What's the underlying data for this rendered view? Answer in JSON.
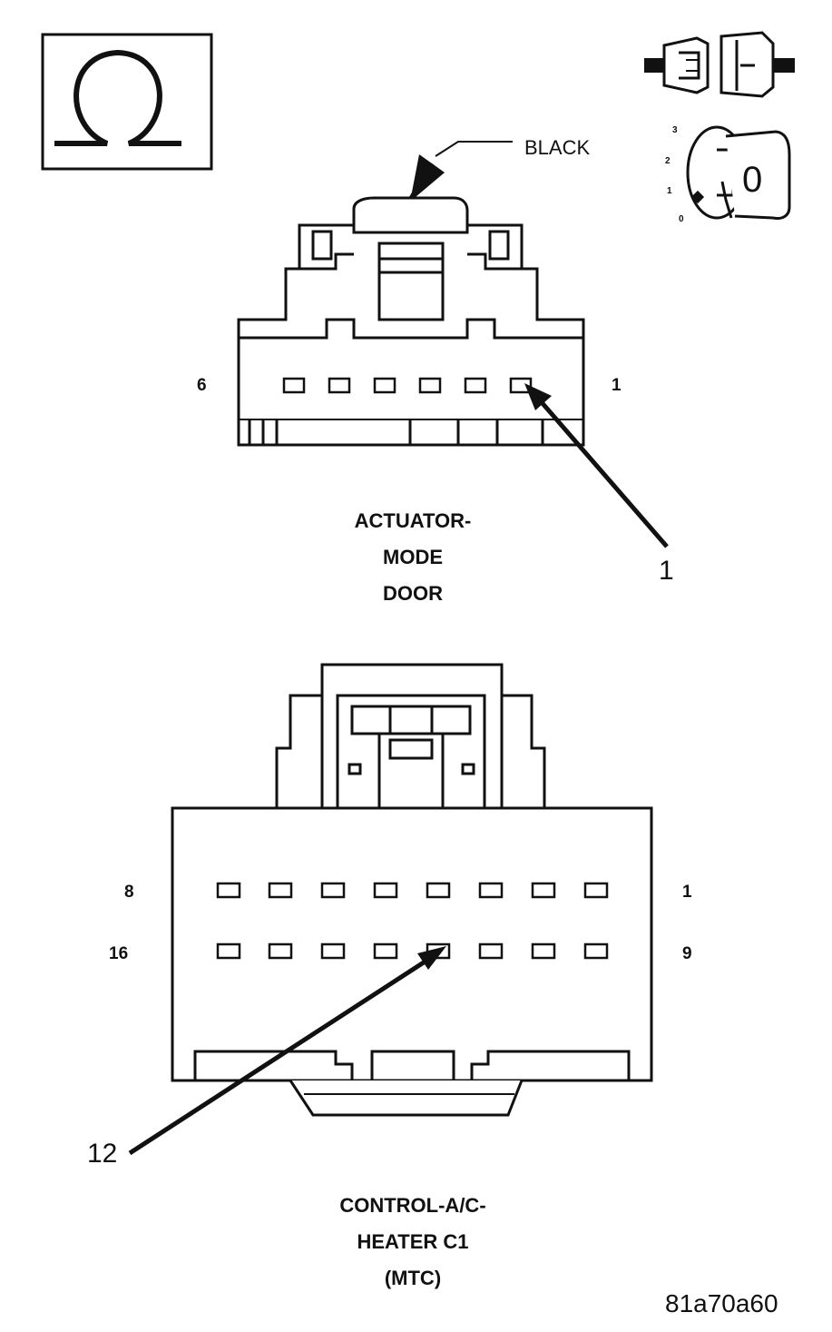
{
  "connector_top": {
    "wire_color_label": "BLACK",
    "pin_left_label": "6",
    "pin_right_label": "1",
    "pin_count": 6,
    "title_lines": [
      "ACTUATOR-",
      "MODE",
      "DOOR"
    ],
    "callout_pin": "1"
  },
  "connector_bottom": {
    "row1_left_label": "8",
    "row1_right_label": "1",
    "row2_left_label": "16",
    "row2_right_label": "9",
    "pins_per_row": 8,
    "title_lines": [
      "CONTROL-A/C-",
      "HEATER C1",
      "(MTC)"
    ],
    "callout_pin": "12"
  },
  "icons": {
    "ohm_symbol": "ohm-meter-icon",
    "connector_disconnect": "connector-disconnected-icon",
    "ignition_key": "ignition-off-icon",
    "ignition_positions": [
      "3",
      "2",
      "1",
      "0"
    ],
    "ignition_key_label": "0"
  },
  "figure_code": "81a70a60"
}
